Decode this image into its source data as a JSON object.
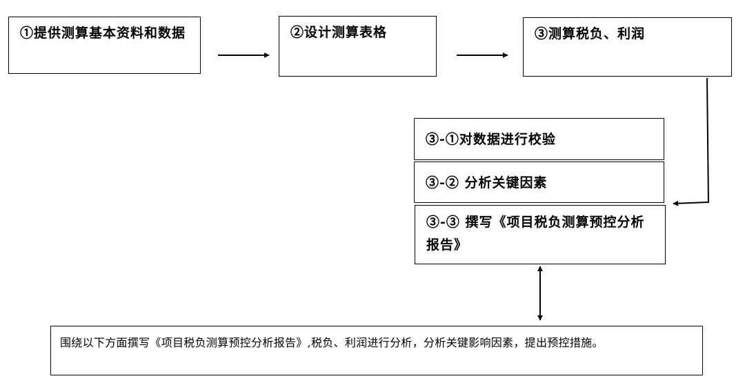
{
  "steps": [
    {
      "label": "①提供测算基本资料和数据"
    },
    {
      "label": "②设计测算表格"
    },
    {
      "label": "③测算税负、利润"
    }
  ],
  "sub_steps": [
    {
      "label": "③-①对数据进行校验"
    },
    {
      "label": "③-② 分析关键因素"
    },
    {
      "label": "③-③ 撰写《项目税负测算预控分析报告》"
    }
  ],
  "note": {
    "text": "围绕以下方面撰写《项目税负测算预控分析报告》,税负、利润进行分析，分析关键影响因素，提出预控措施。"
  }
}
